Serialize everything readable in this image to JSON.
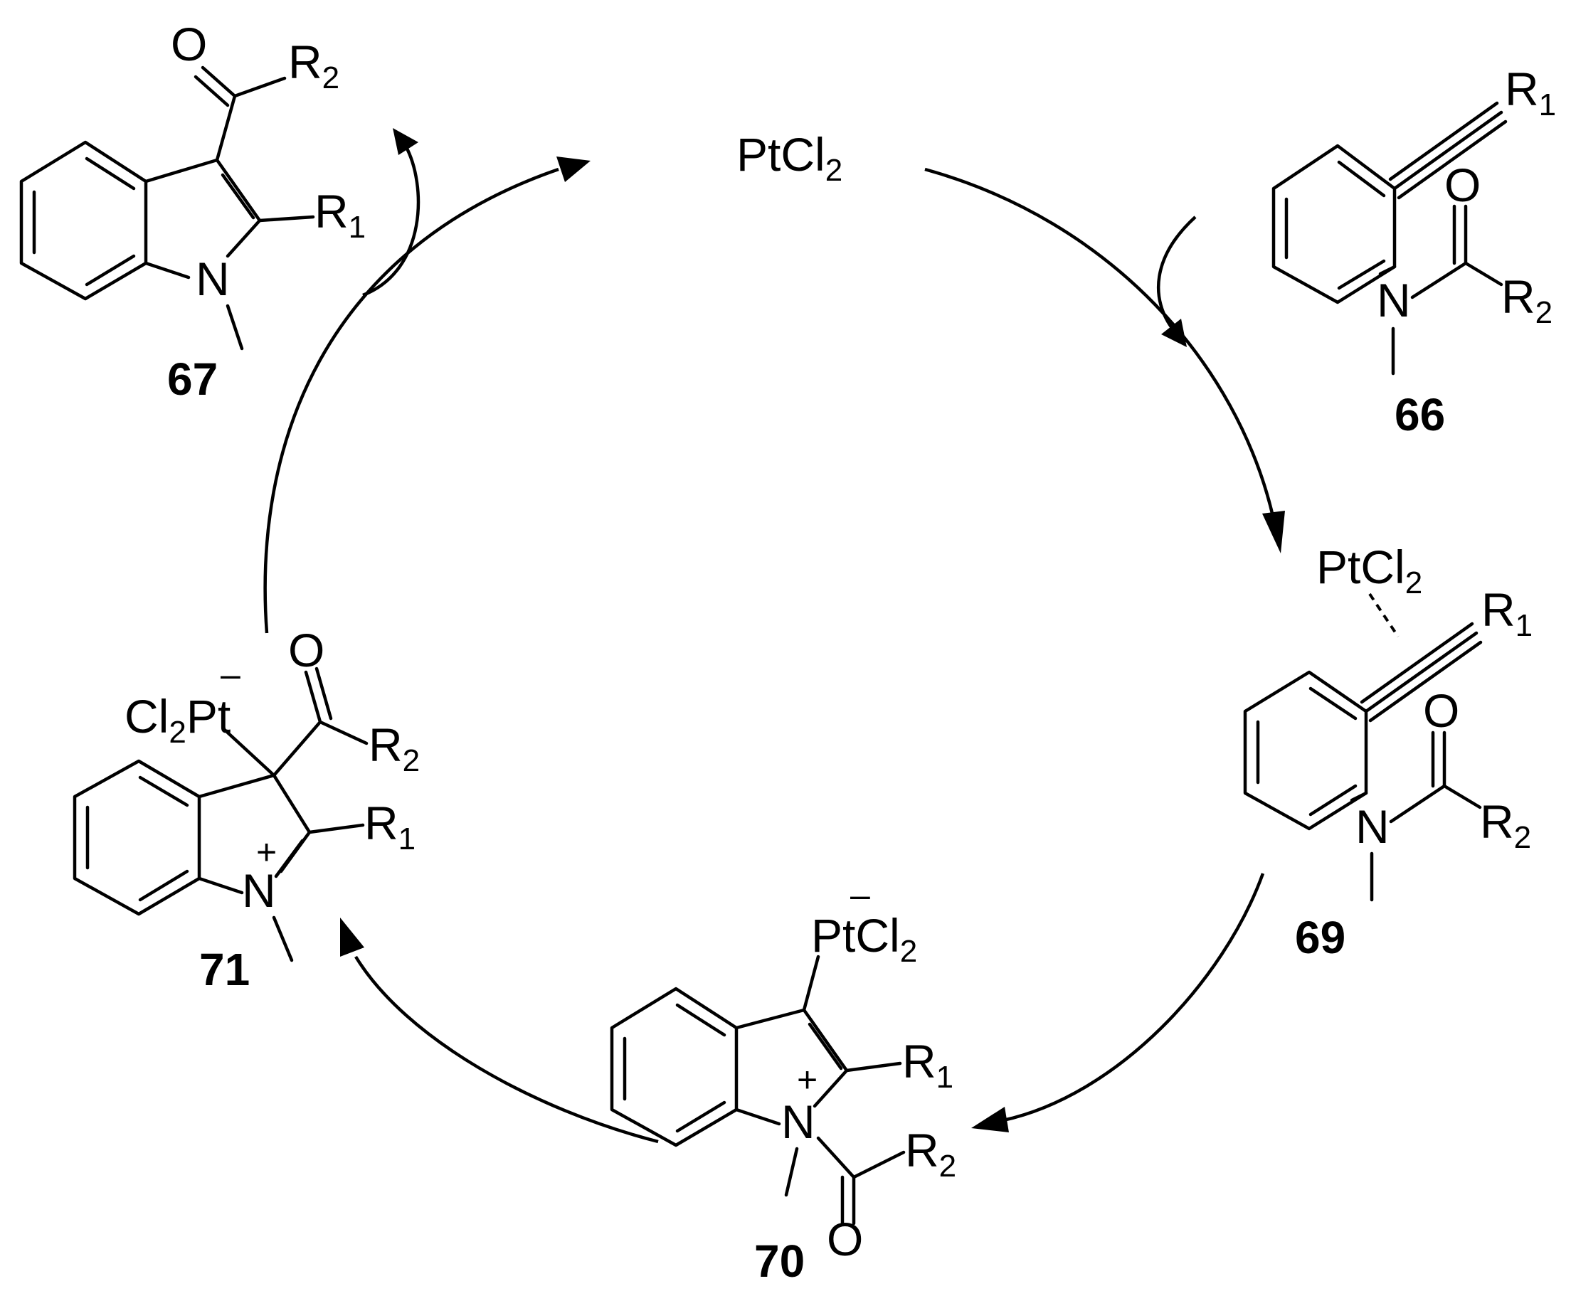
{
  "catalyst": {
    "base": "PtCl",
    "sub": "2"
  },
  "labels": {
    "O": "O",
    "N": "N",
    "Pt": "Pt",
    "Cl": "Cl",
    "R": "R",
    "r1": "1",
    "r2": "2",
    "two": "2",
    "plus": "+",
    "minus": "–"
  },
  "compounds": {
    "c66": "66",
    "c67": "67",
    "c69": "69",
    "c70": "70",
    "c71": "71"
  }
}
